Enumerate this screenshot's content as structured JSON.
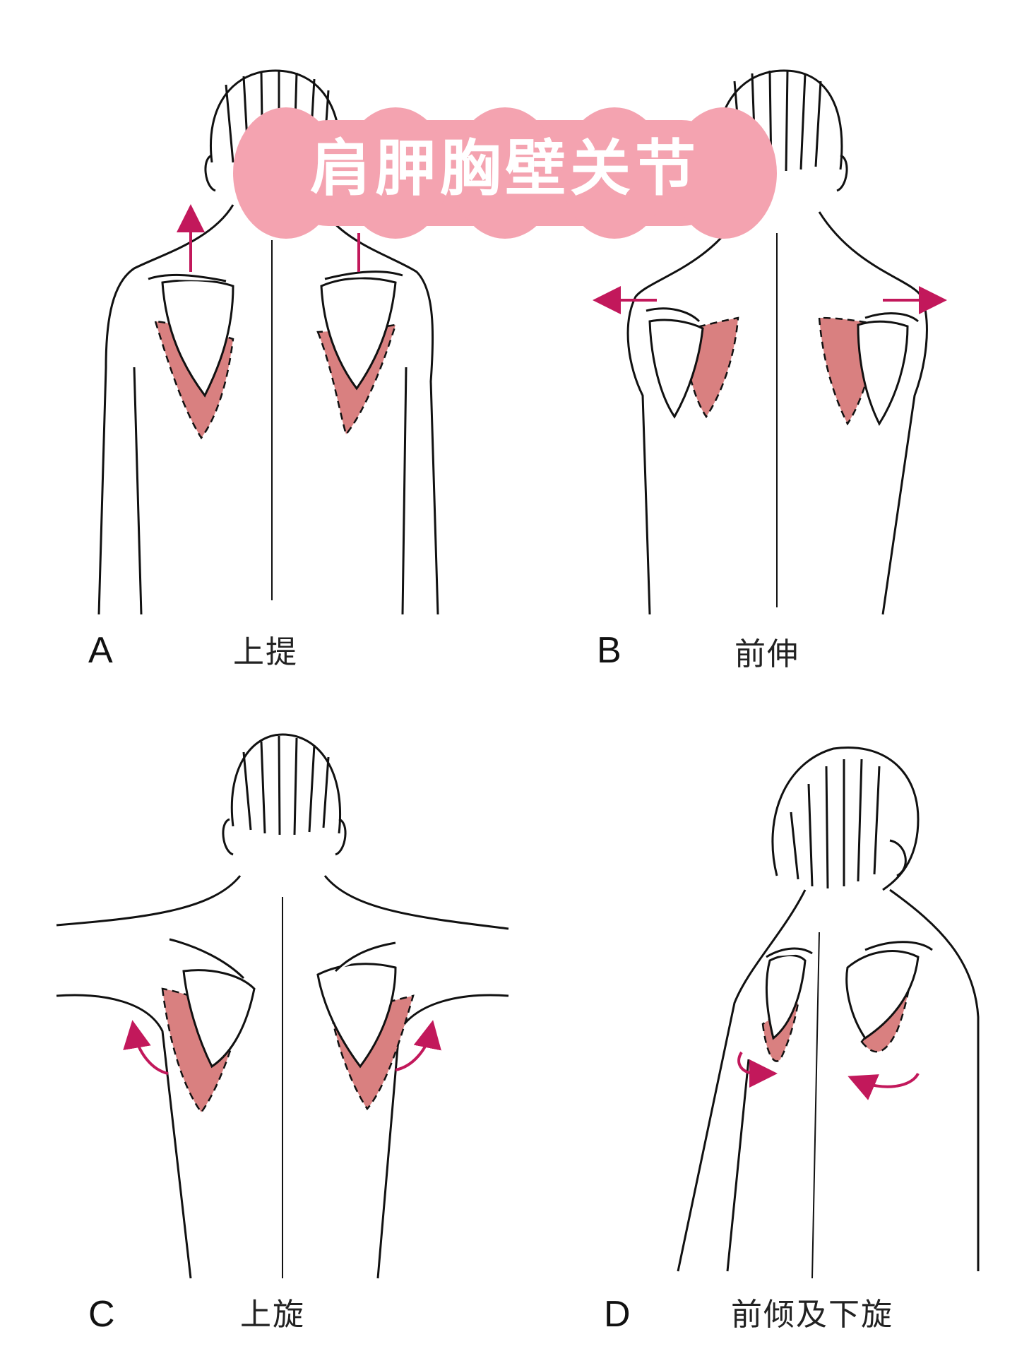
{
  "title": "肩胛胸壁关节",
  "panels": [
    {
      "letter": "A",
      "caption": "上提"
    },
    {
      "letter": "B",
      "caption": "前伸"
    },
    {
      "letter": "C",
      "caption": "上旋"
    },
    {
      "letter": "D",
      "caption": "前倾及下旋"
    }
  ],
  "colors": {
    "muscle": "#d98080",
    "arrow": "#c2185b",
    "banner": "#f4a3b0",
    "outline": "#111111"
  }
}
